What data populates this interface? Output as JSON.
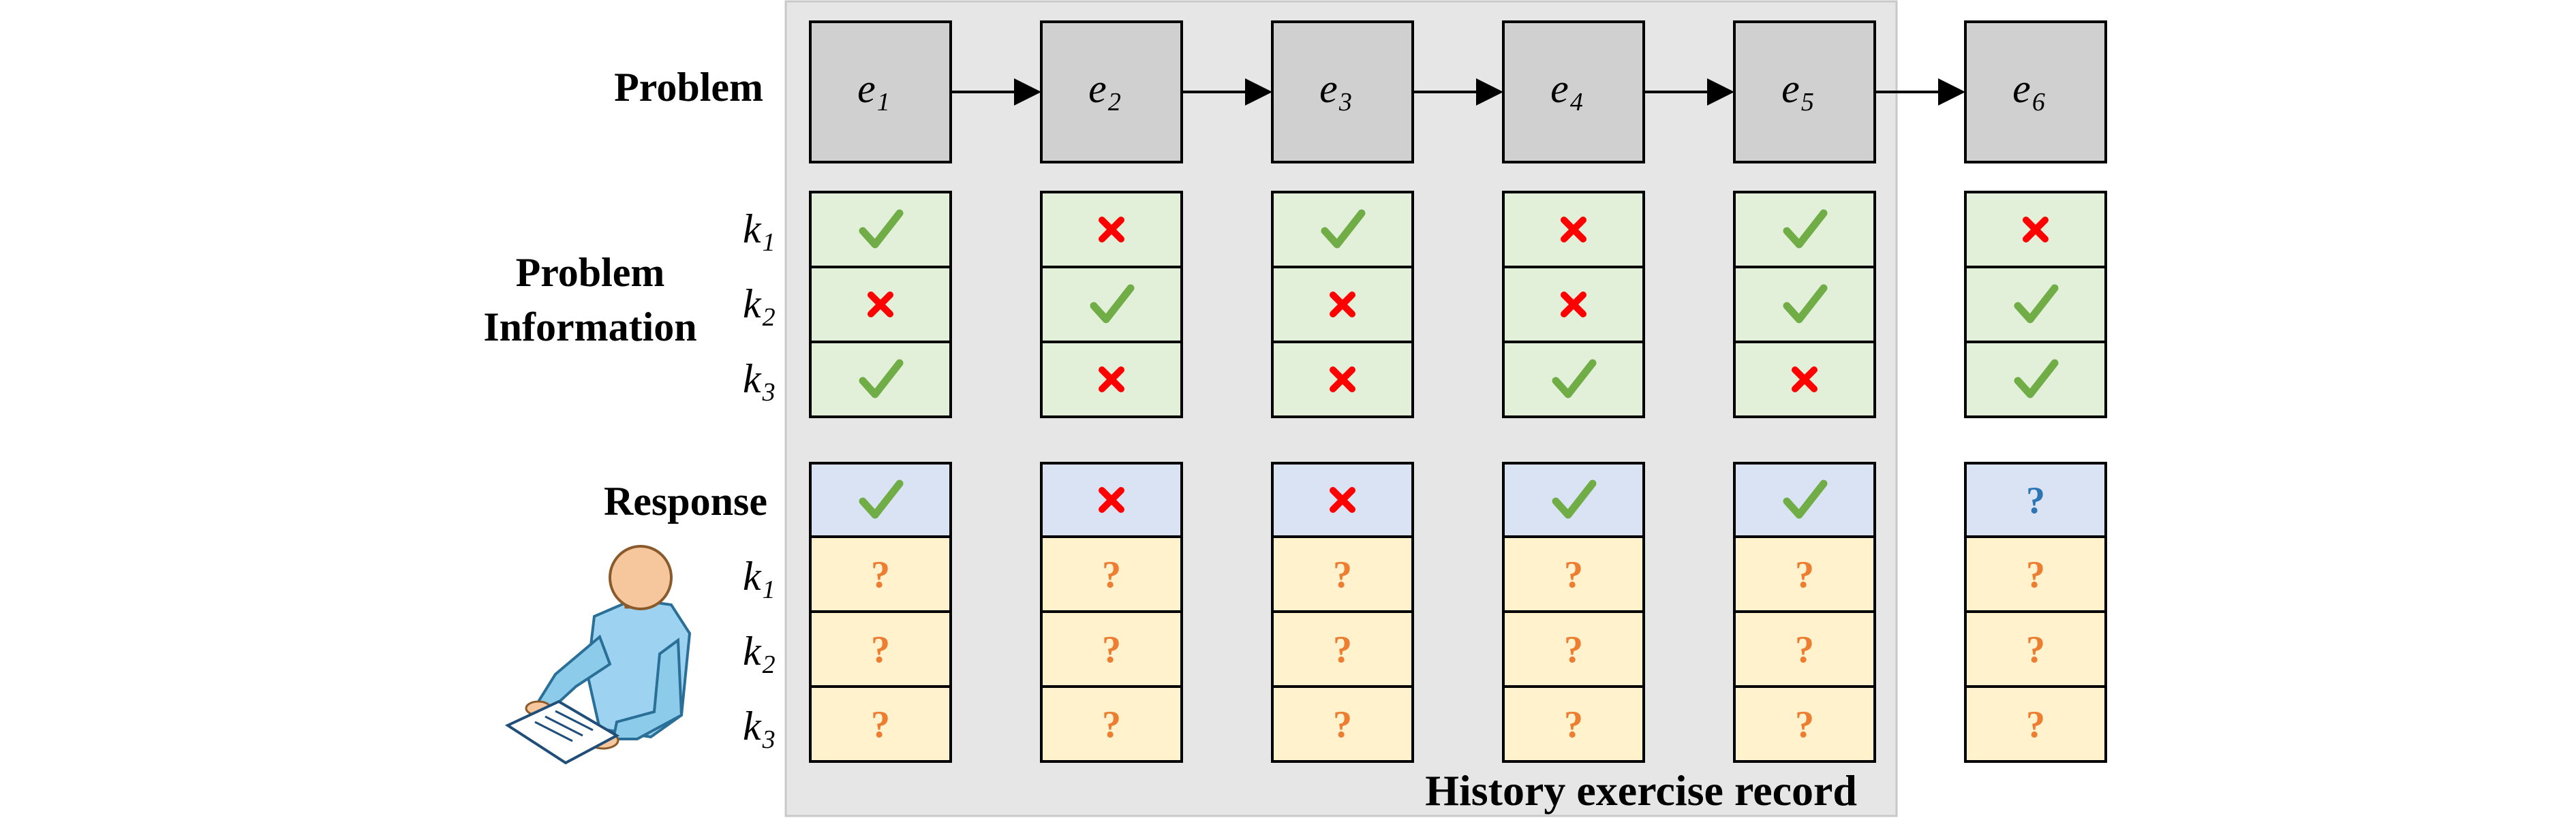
{
  "labels": {
    "problem": "Problem",
    "problem_information_line1": "Problem",
    "problem_information_line2": "Information",
    "response": "Response",
    "history_caption": "History exercise record"
  },
  "concept_labels": [
    {
      "letter": "k",
      "sub": "1"
    },
    {
      "letter": "k",
      "sub": "2"
    },
    {
      "letter": "k",
      "sub": "3"
    }
  ],
  "problems": [
    {
      "letter": "e",
      "sub": "1"
    },
    {
      "letter": "e",
      "sub": "2"
    },
    {
      "letter": "e",
      "sub": "3"
    },
    {
      "letter": "e",
      "sub": "4"
    },
    {
      "letter": "e",
      "sub": "5"
    },
    {
      "letter": "e",
      "sub": "6"
    }
  ],
  "problem_information": [
    [
      "check",
      "cross",
      "check"
    ],
    [
      "cross",
      "check",
      "cross"
    ],
    [
      "check",
      "cross",
      "cross"
    ],
    [
      "cross",
      "cross",
      "check"
    ],
    [
      "check",
      "check",
      "cross"
    ],
    [
      "cross",
      "check",
      "check"
    ]
  ],
  "responses": [
    "check",
    "cross",
    "cross",
    "check",
    "check",
    "question"
  ],
  "knowledge_state": [
    [
      "?",
      "?",
      "?"
    ],
    [
      "?",
      "?",
      "?"
    ],
    [
      "?",
      "?",
      "?"
    ],
    [
      "?",
      "?",
      "?"
    ],
    [
      "?",
      "?",
      "?"
    ],
    [
      "?",
      "?",
      "?"
    ]
  ],
  "colors": {
    "history_bg": "#e6e6e6",
    "problem_box": "#d0d0d0",
    "info_cell": "#e2efd9",
    "response_cell": "#dae3f3",
    "knowledge_cell": "#fff2cc",
    "check": "#70ad47",
    "cross": "#ff0000",
    "question_orange": "#ed7d31",
    "question_blue": "#2e75b6"
  },
  "icons": {
    "student": "student-reading-icon",
    "check": "check-mark-icon",
    "cross": "cross-mark-icon",
    "question": "question-mark-icon"
  }
}
